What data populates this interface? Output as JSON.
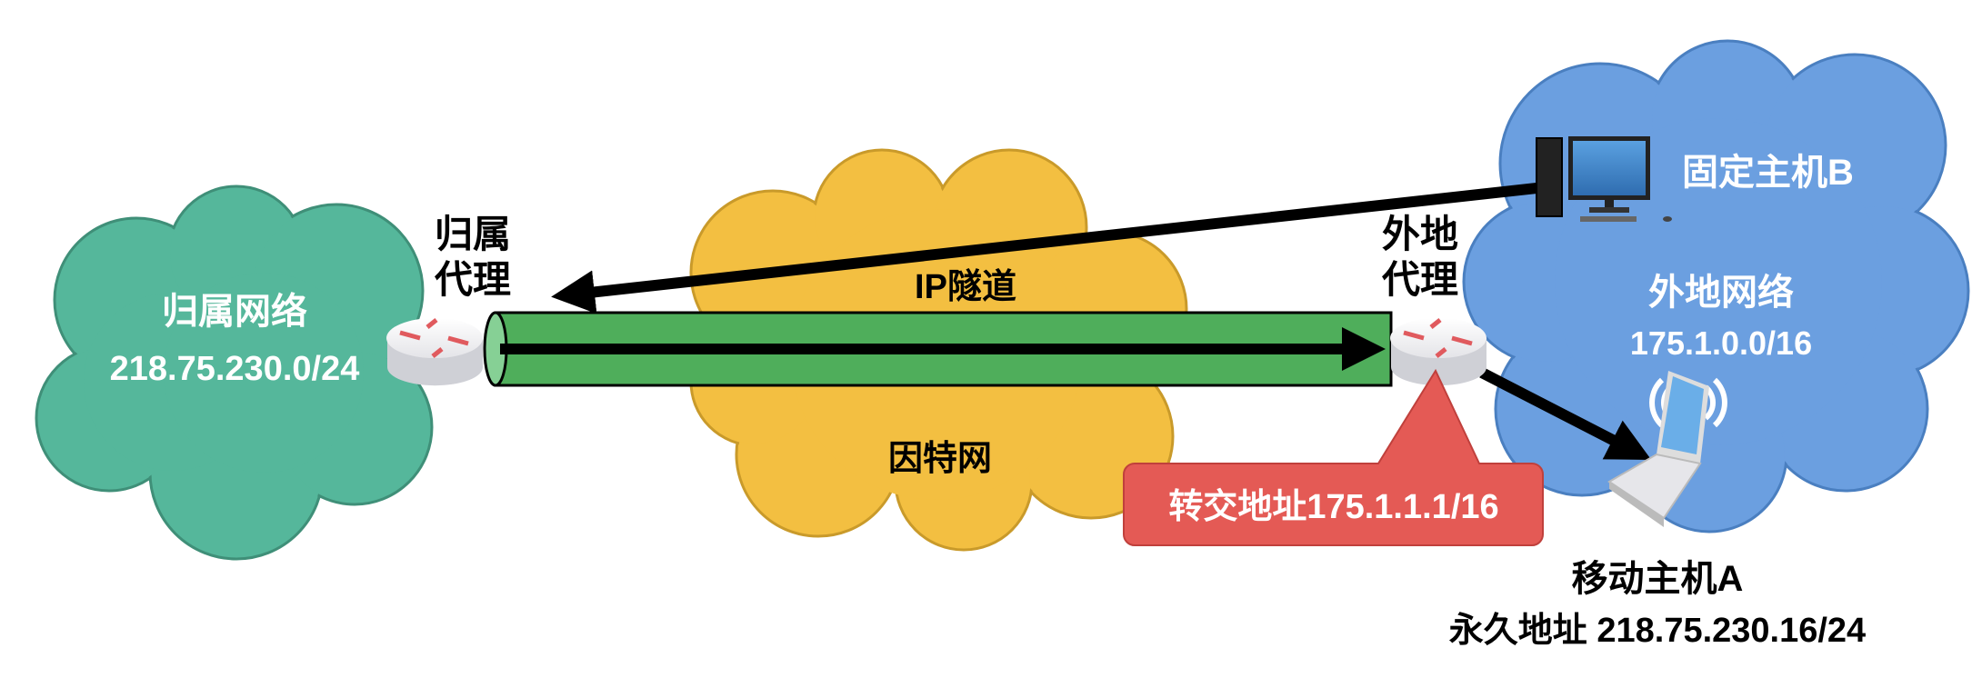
{
  "home_network": {
    "name": "归属网络",
    "prefix": "218.75.230.0/24",
    "color": "#55b79b"
  },
  "home_agent": {
    "line1": "归属",
    "line2": "代理"
  },
  "internet": {
    "name": "因特网",
    "tunnel_label": "IP隧道",
    "color": "#f3bf41"
  },
  "tunnel": {
    "color": "#4fae5b"
  },
  "foreign_agent": {
    "line1": "外地",
    "line2": "代理"
  },
  "foreign_network": {
    "name": "外地网络",
    "prefix": "175.1.0.0/16",
    "color": "#6b9fe0"
  },
  "fixed_host": {
    "label": "固定主机B"
  },
  "care_of_address": {
    "label": "转交地址175.1.1.1/16",
    "color": "#e45a55"
  },
  "mobile_host": {
    "label": "移动主机A",
    "permanent_address": "永久地址 218.75.230.16/24"
  }
}
